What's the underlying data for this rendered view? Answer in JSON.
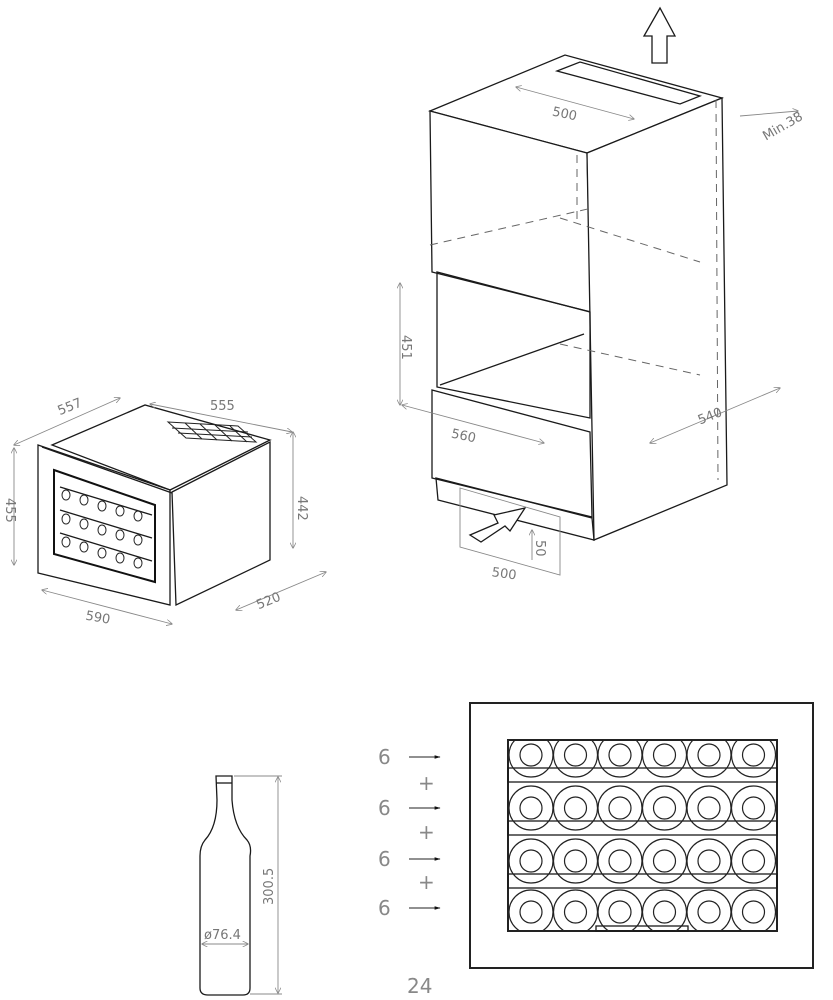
{
  "appliance_view": {
    "dims": {
      "depth_top": "557",
      "width_top": "555",
      "height_front": "455",
      "height_side": "442",
      "depth_bottom": "520",
      "width_front": "590"
    }
  },
  "cabinet_view": {
    "dims": {
      "vent_top": "500",
      "min_gap": "Min.38",
      "niche_height": "451",
      "niche_width": "560",
      "niche_depth": "540",
      "vent_bottom_width": "500",
      "vent_bottom_height": "50"
    },
    "arrows": [
      "airflow-out-arrow",
      "airflow-in-arrow"
    ]
  },
  "bottle": {
    "height": "300.5",
    "diameter": "ø76.4"
  },
  "capacity": {
    "shelves": [
      {
        "count": "6"
      },
      {
        "count": "6"
      },
      {
        "count": "6"
      },
      {
        "count": "6"
      }
    ],
    "plus": "+",
    "total": "24",
    "bottles_per_shelf": 6
  }
}
